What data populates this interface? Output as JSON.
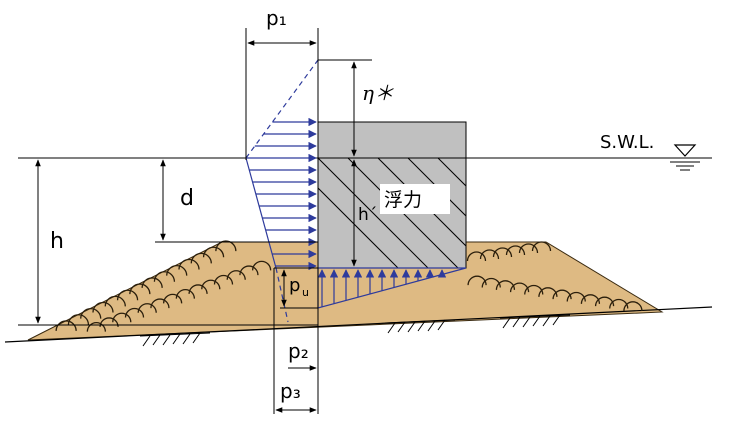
{
  "labels": {
    "p1": "p₁",
    "eta": "η＊",
    "swl": "S.W.L.",
    "d": "d",
    "h": "h",
    "h_prime": "h´",
    "buoyancy": "浮力",
    "pu_main": "p",
    "pu_sub": "u",
    "p2": "p₂",
    "p3": "p₃"
  },
  "colors": {
    "mound": "#deba83",
    "mound_stroke": "#3a2a10",
    "caisson": "#c0c0c0",
    "pressure": "#2e3b9c",
    "line": "#000000"
  }
}
